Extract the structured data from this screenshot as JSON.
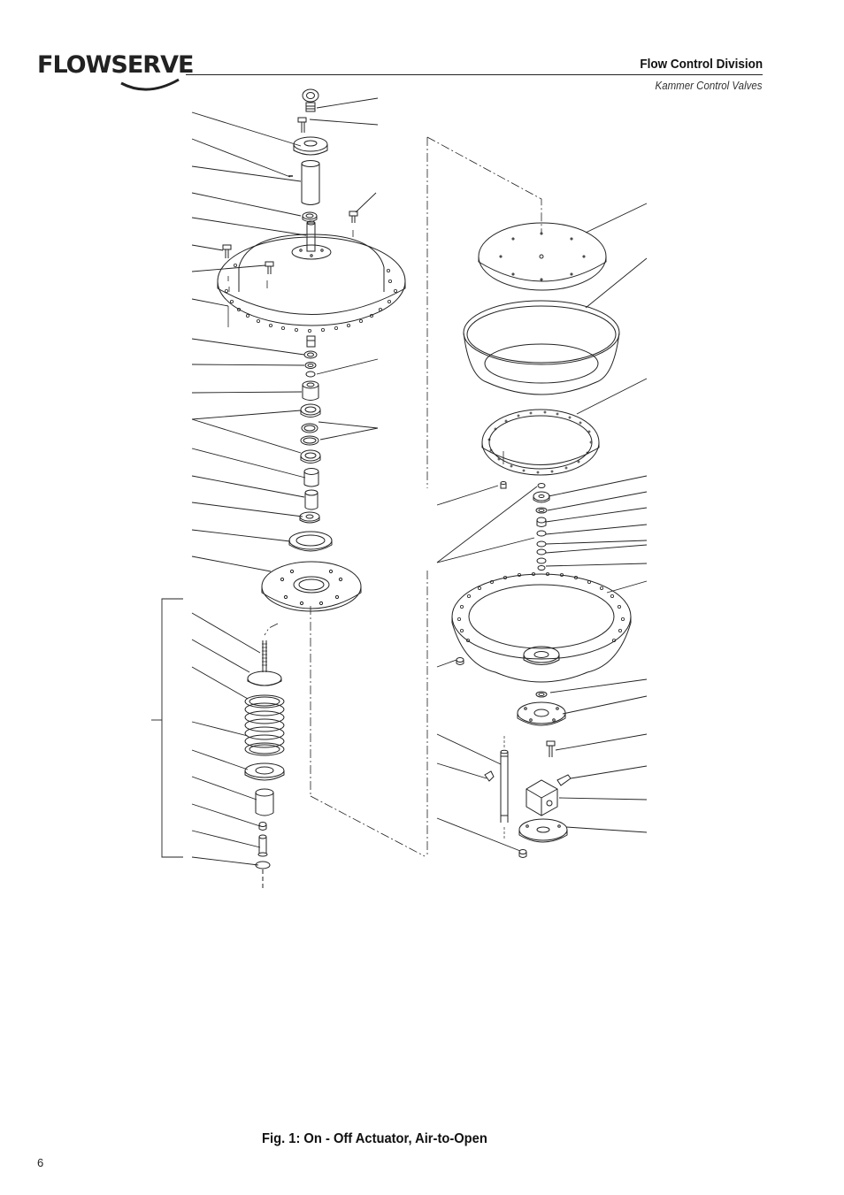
{
  "header": {
    "logo_text": "FLOWSERVE",
    "division": "Flow Control Division",
    "subdivision": "Kammer Control Valves"
  },
  "figure": {
    "caption": "Fig. 1: On - Off Actuator, Air-to-Open"
  },
  "footer": {
    "page_number": "6"
  }
}
